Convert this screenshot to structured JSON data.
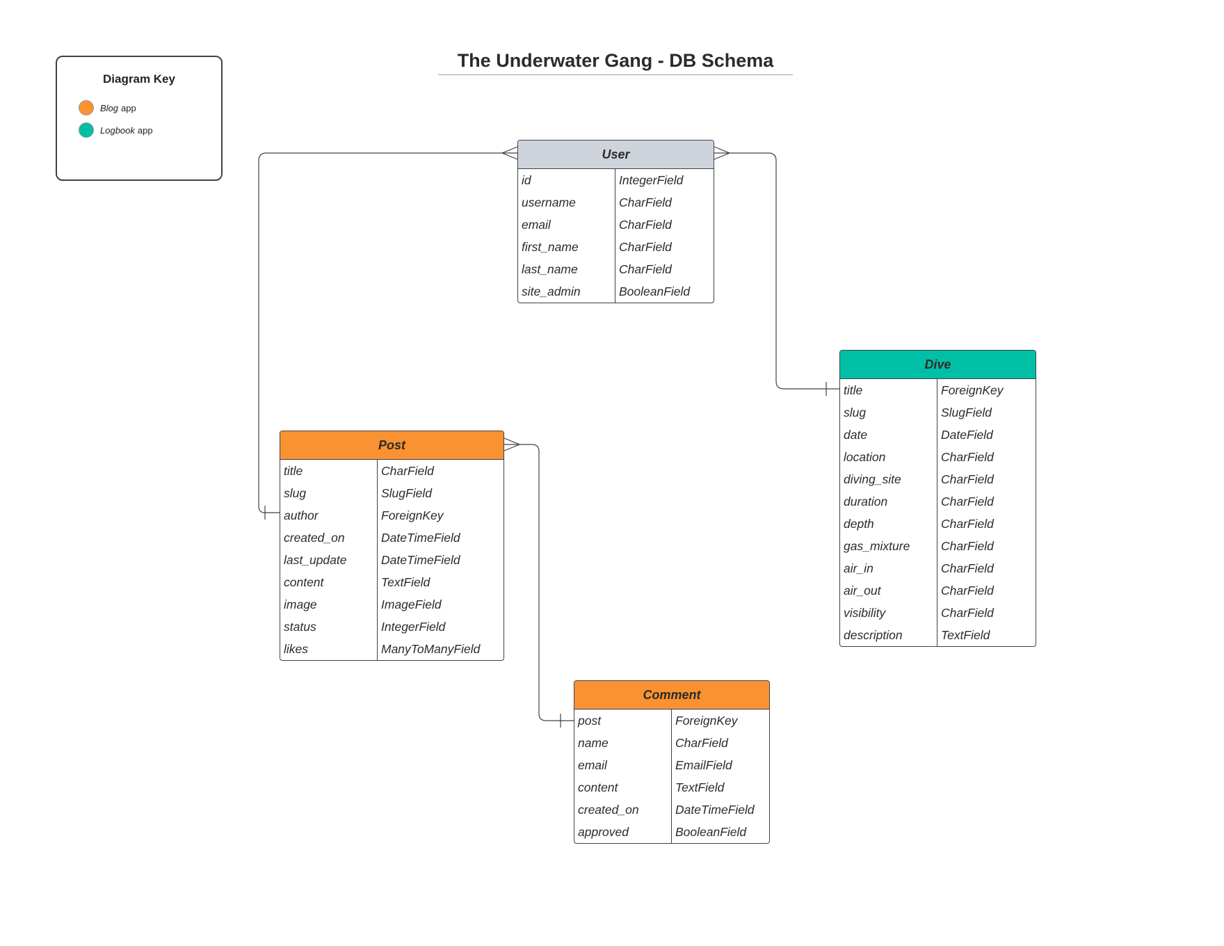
{
  "title": "The Underwater Gang - DB Schema",
  "key": {
    "title": "Diagram Key",
    "items": [
      {
        "name": "Blog",
        "suffix": "app",
        "color": "#fa9231"
      },
      {
        "name": "Logbook",
        "suffix": "app",
        "color": "#00bfa5"
      }
    ]
  },
  "entities": {
    "user": {
      "name": "User",
      "color": "#cfd4dc",
      "fields": [
        {
          "name": "id",
          "type": "IntegerField"
        },
        {
          "name": "username",
          "type": "CharField"
        },
        {
          "name": "email",
          "type": "CharField"
        },
        {
          "name": "first_name",
          "type": "CharField"
        },
        {
          "name": "last_name",
          "type": "CharField"
        },
        {
          "name": "site_admin",
          "type": "BooleanField"
        }
      ]
    },
    "dive": {
      "name": "Dive",
      "color": "#00bfa5",
      "fields": [
        {
          "name": "title",
          "type": "ForeignKey"
        },
        {
          "name": "slug",
          "type": "SlugField"
        },
        {
          "name": "date",
          "type": "DateField"
        },
        {
          "name": "location",
          "type": "CharField"
        },
        {
          "name": "diving_site",
          "type": "CharField"
        },
        {
          "name": "duration",
          "type": "CharField"
        },
        {
          "name": "depth",
          "type": "CharField"
        },
        {
          "name": "gas_mixture",
          "type": "CharField"
        },
        {
          "name": "air_in",
          "type": "CharField"
        },
        {
          "name": "air_out",
          "type": "CharField"
        },
        {
          "name": "visibility",
          "type": "CharField"
        },
        {
          "name": "description",
          "type": "TextField"
        }
      ]
    },
    "post": {
      "name": "Post",
      "color": "#fa9231",
      "fields": [
        {
          "name": "title",
          "type": "CharField"
        },
        {
          "name": "slug",
          "type": "SlugField"
        },
        {
          "name": "author",
          "type": "ForeignKey"
        },
        {
          "name": "created_on",
          "type": "DateTimeField"
        },
        {
          "name": "last_update",
          "type": "DateTimeField"
        },
        {
          "name": "content",
          "type": "TextField"
        },
        {
          "name": "image",
          "type": "ImageField"
        },
        {
          "name": "status",
          "type": "IntegerField"
        },
        {
          "name": "likes",
          "type": "ManyToManyField"
        }
      ]
    },
    "comment": {
      "name": "Comment",
      "color": "#fa9231",
      "fields": [
        {
          "name": "post",
          "type": "ForeignKey"
        },
        {
          "name": "name",
          "type": "CharField"
        },
        {
          "name": "email",
          "type": "EmailField"
        },
        {
          "name": "content",
          "type": "TextField"
        },
        {
          "name": "created_on",
          "type": "DateTimeField"
        },
        {
          "name": "approved",
          "type": "BooleanField"
        }
      ]
    }
  },
  "relationships": [
    {
      "from": "User",
      "to": "Post.author",
      "from_cardinality": "many",
      "to_cardinality": "one"
    },
    {
      "from": "User",
      "to": "Dive.title",
      "from_cardinality": "many",
      "to_cardinality": "one"
    },
    {
      "from": "Post",
      "to": "Comment.post",
      "from_cardinality": "many",
      "to_cardinality": "one"
    }
  ]
}
